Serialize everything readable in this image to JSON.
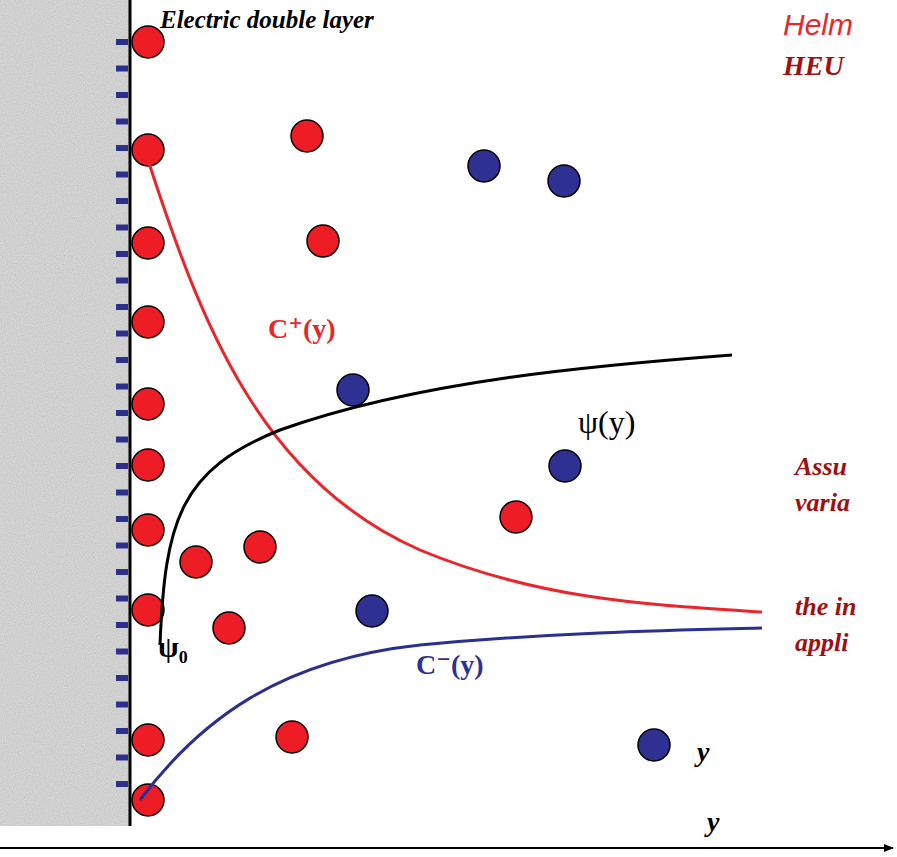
{
  "diagram": {
    "title": "Electric double layer",
    "labels": [
      "Helm",
      "HEU",
      "C⁺(y)",
      "ψ(y)",
      "Assu",
      "varia",
      "the in",
      "appli",
      "ψ₀",
      "C⁻(y)",
      "y",
      "y"
    ]
  }
}
